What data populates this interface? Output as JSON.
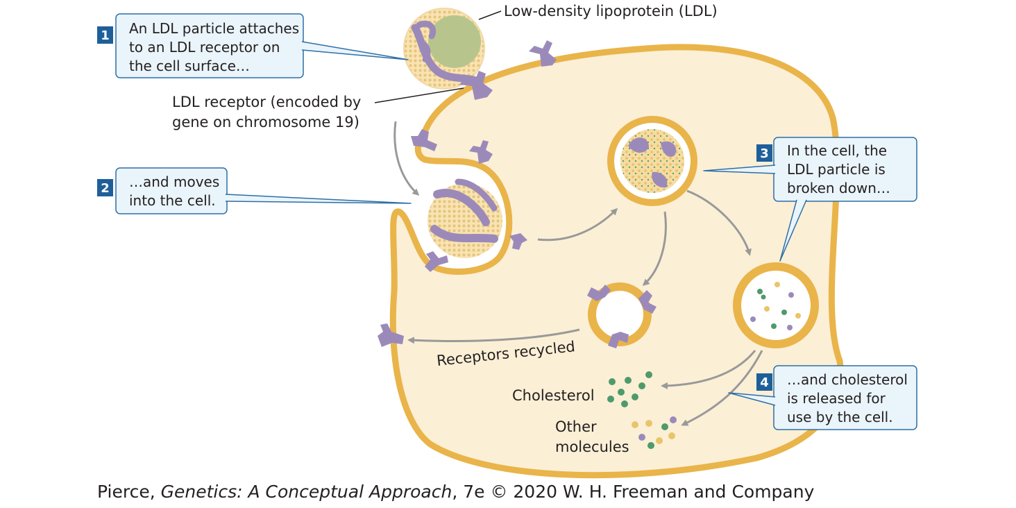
{
  "labels": {
    "ldl": "Low-density lipoprotein (LDL)",
    "receptor_line1": "LDL receptor (encoded by",
    "receptor_line2": "gene on chromosome 19)",
    "recycled": "Receptors recycled",
    "cholesterol": "Cholesterol",
    "other_line1": "Other",
    "other_line2": "molecules"
  },
  "steps": [
    {
      "number": "1",
      "lines": [
        "An LDL particle attaches",
        "to an LDL receptor on",
        "the cell surface…"
      ]
    },
    {
      "number": "2",
      "lines": [
        "…and moves",
        "into the cell."
      ]
    },
    {
      "number": "3",
      "lines": [
        "In the cell, the",
        "LDL particle is",
        "broken down…"
      ]
    },
    {
      "number": "4",
      "lines": [
        "…and cholesterol",
        "is released for",
        "use by the cell."
      ]
    }
  ],
  "credit": {
    "author": "Pierce, ",
    "book": "Genetics: A Conceptual Approach",
    "rest": ", 7e © 2020 W. H. Freeman and Company"
  },
  "colors": {
    "membrane": "#e9b449",
    "cytoplasm": "#fbefd6",
    "receptor": "#9b8ab9",
    "cholesterol_dot": "#4e9a6c",
    "other_dot_gold": "#e8c56a",
    "callout_fill": "#eaf4fb",
    "callout_stroke": "#2c6fa6",
    "step_badge": "#1f5f99",
    "arrow": "#999999"
  }
}
